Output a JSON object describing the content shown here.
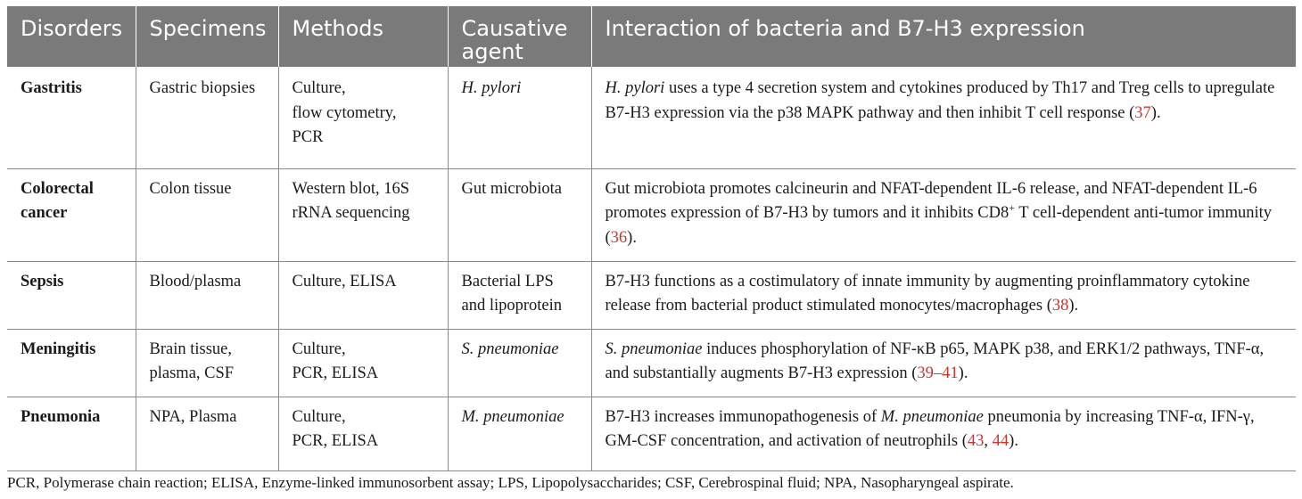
{
  "headers": [
    "Disorders",
    "Specimens",
    "Methods",
    "Causative agent",
    "Interaction of bacteria and B7-H3 expression"
  ],
  "rows": [
    {
      "disorder": "Gastritis",
      "specimens": "Gastric biopsies",
      "methods": [
        "Culture,",
        "flow cytometry,",
        "PCR"
      ],
      "agent": "H. pylori",
      "interaction": {
        "italic_lead": "H. pylori",
        "text_a": " uses a type 4 secretion system and cytokines produced by Th17 and Treg cells to upregulate B7-H3 expression via the p38 MAPK pathway and then inhibit T cell response (",
        "ref1": "37",
        "text_b": ")."
      }
    },
    {
      "disorder": "Colorectal cancer",
      "specimens": "Colon tissue",
      "methods": [
        "Western blot, 16S",
        "rRNA sequencing"
      ],
      "agent": "Gut microbiota",
      "interaction": {
        "text_a": "Gut microbiota promotes calcineurin and NFAT-dependent IL-6 release, and NFAT-dependent IL-6 promotes expression of B7-H3 by tumors and it inhibits CD8",
        "sup": "+",
        "text_b": " T cell-dependent anti-tumor immunity (",
        "ref1": "36",
        "text_c": ")."
      }
    },
    {
      "disorder": "Sepsis",
      "specimens": "Blood/plasma",
      "methods": [
        "Culture, ELISA"
      ],
      "agent_lines": [
        "Bacterial LPS",
        "and lipoprotein"
      ],
      "interaction": {
        "text_a": "B7-H3 functions as a costimulatory of innate immunity by augmenting proinflammatory cytokine release from bacterial product stimulated monocytes/macrophages (",
        "ref1": "38",
        "text_b": ")."
      }
    },
    {
      "disorder": "Meningitis",
      "specimens_lines": [
        "Brain tissue,",
        "plasma, CSF"
      ],
      "methods": [
        "Culture,",
        "PCR, ELISA"
      ],
      "agent": "S. pneumoniae",
      "interaction": {
        "italic_lead": "S. pneumoniae",
        "text_a": " induces phosphorylation of NF-κB p65, MAPK p38, and ERK1/2 pathways, TNF-α, and substantially augments B7-H3 expression (",
        "ref1": "39–41",
        "text_b": ")."
      }
    },
    {
      "disorder": "Pneumonia",
      "specimens": "NPA, Plasma",
      "methods": [
        "Culture,",
        "PCR, ELISA"
      ],
      "agent": "M. pneumoniae",
      "interaction": {
        "text_a": "B7-H3 increases immunopathogenesis of ",
        "italic_mid": "M. pneumoniae",
        "text_b": " pneumonia by increasing TNF-α, IFN-γ, GM-CSF concentration, and activation of neutrophils (",
        "ref1": "43",
        "sep": ", ",
        "ref2": "44",
        "text_c": ")."
      }
    }
  ],
  "footnote": "PCR, Polymerase chain reaction; ELISA, Enzyme-linked immunosorbent assay; LPS, Lipopolysaccharides; CSF, Cerebrospinal fluid; NPA, Nasopharyngeal aspirate."
}
